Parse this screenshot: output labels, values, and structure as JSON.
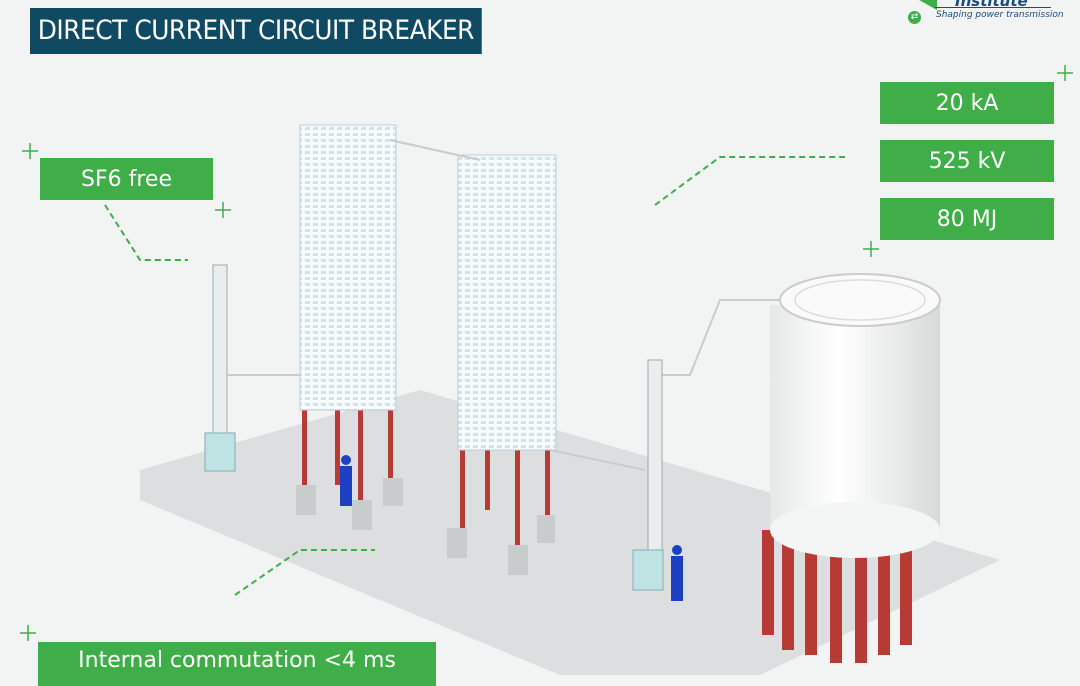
{
  "title": "DIRECT CURRENT CIRCUIT BREAKER",
  "logo": {
    "name": "Institute",
    "slogan": "Shaping power transmission",
    "icon": "swap-arrows-icon"
  },
  "specs": [
    "20 kA",
    "525 kV",
    "80 MJ"
  ],
  "features": {
    "sf6": "SF6 free",
    "commutation": "Internal commutation <4 ms"
  },
  "colors": {
    "title_bg": "#0f4a62",
    "accent": "#3fae49",
    "insulator": "#b83a34",
    "floor": "#dcdedf"
  }
}
